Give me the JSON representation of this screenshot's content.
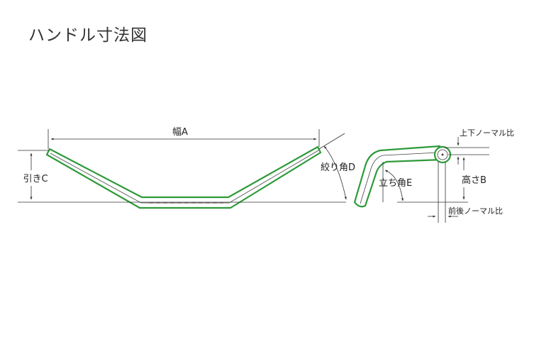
{
  "title": "ハンドル寸法図",
  "colors": {
    "bar_outline": "#2e9a3a",
    "dimension_lines": "#333333",
    "background": "#ffffff"
  },
  "labels": {
    "width": "幅A",
    "pullback": "引きC",
    "sweep_angle": "絞り角D",
    "rise_angle": "立ち角E",
    "height": "高さB",
    "vertical_knurl": "上下ノーマル比",
    "front_rear_knurl": "前後ノーマル比"
  }
}
